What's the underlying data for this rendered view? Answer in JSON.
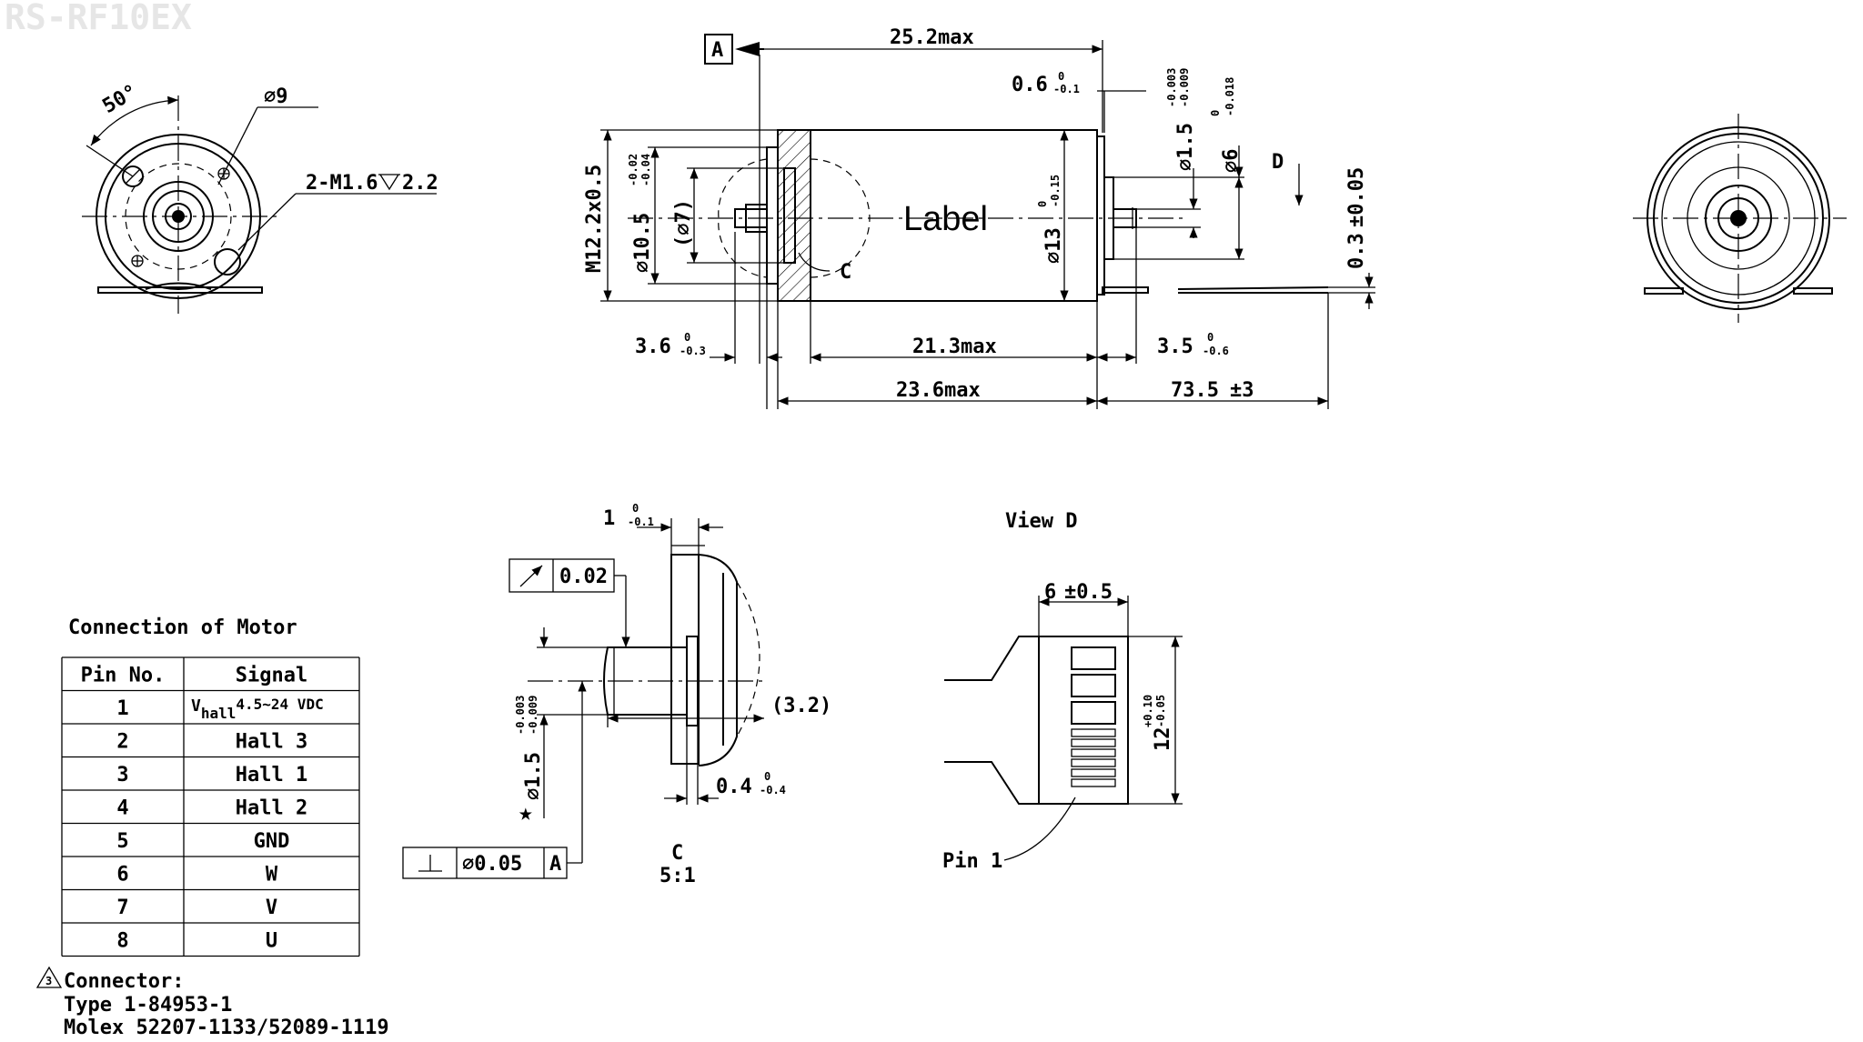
{
  "ghost_header": "RS-RF10EX",
  "front_view": {
    "angle": "50°",
    "hole_diameter": "∅9",
    "thread": "2-M1.6",
    "thread_depth": "2.2"
  },
  "side_view": {
    "datum_label": "A",
    "overall_max": "25.2max",
    "shaft_collar": "0.6",
    "shaft_collar_tol_up": "0",
    "shaft_collar_tol_lo": "-0.1",
    "shaft_dia": "∅1.5",
    "shaft_dia_tol_up": "-0.003",
    "shaft_dia_tol_lo": "-0.009",
    "boss_dia": "∅6",
    "boss_dia_tol_up": "0",
    "boss_dia_tol_lo": "-0.018",
    "view_marker": "D",
    "thread_spec": "M12.2x0.5",
    "flange_dia": "∅10.5",
    "flange_dia_tol_up": "-0.02",
    "flange_dia_tol_lo": "-0.04",
    "inner_dia": "(∅7)",
    "detail_marker": "C",
    "label_text": "Label",
    "body_dia": "∅13",
    "body_dia_tol_up": "0",
    "body_dia_tol_lo": "-0.15",
    "terminal_thickness": "0.3",
    "terminal_thickness_tol": "±0.05",
    "front_shaft": "3.6",
    "front_shaft_tol_up": "0",
    "front_shaft_tol_lo": "-0.3",
    "body_length": "21.3max",
    "rear_shaft": "3.5",
    "rear_shaft_tol_up": "0",
    "rear_shaft_tol_lo": "-0.6",
    "total_length": "23.6max",
    "lead_length": "73.5",
    "lead_length_tol": "±3"
  },
  "detail_c": {
    "collar": "1",
    "collar_tol_up": "0",
    "collar_tol_lo": "-0.1",
    "runout_value": "0.02",
    "ref_dim": "(3.2)",
    "shaft_dia": "∅1.5",
    "shaft_dia_tol_up": "-0.003",
    "shaft_dia_tol_lo": "-0.009",
    "step": "0.4",
    "step_tol_up": "0",
    "step_tol_lo": "-0.4",
    "perp_value": "∅0.05",
    "perp_datum": "A",
    "title": "C",
    "scale": "5:1"
  },
  "view_d": {
    "title": "View D",
    "width_dim": "6",
    "width_tol": "±0.5",
    "height_dim": "12",
    "height_tol_up": "+0.10",
    "height_tol_lo": "-0.05",
    "pin_label": "Pin 1"
  },
  "connection_table": {
    "title": "Connection of Motor",
    "headers": [
      "Pin No.",
      "Signal"
    ],
    "rows": [
      {
        "pin": "1",
        "signal_prefix": "V",
        "signal_sub": "hall",
        "signal_rest": "4.5~24 VDC"
      },
      {
        "pin": "2",
        "signal": "Hall 3"
      },
      {
        "pin": "3",
        "signal": "Hall 1"
      },
      {
        "pin": "4",
        "signal": "Hall 2"
      },
      {
        "pin": "5",
        "signal": "GND"
      },
      {
        "pin": "6",
        "signal": "W"
      },
      {
        "pin": "7",
        "signal": "V"
      },
      {
        "pin": "8",
        "signal": "U"
      }
    ]
  },
  "connector_note": {
    "note_number": "3",
    "title": "Connector:",
    "line1": "Type 1-84953-1",
    "line2": "Molex 52207-1133/52089-1119"
  }
}
